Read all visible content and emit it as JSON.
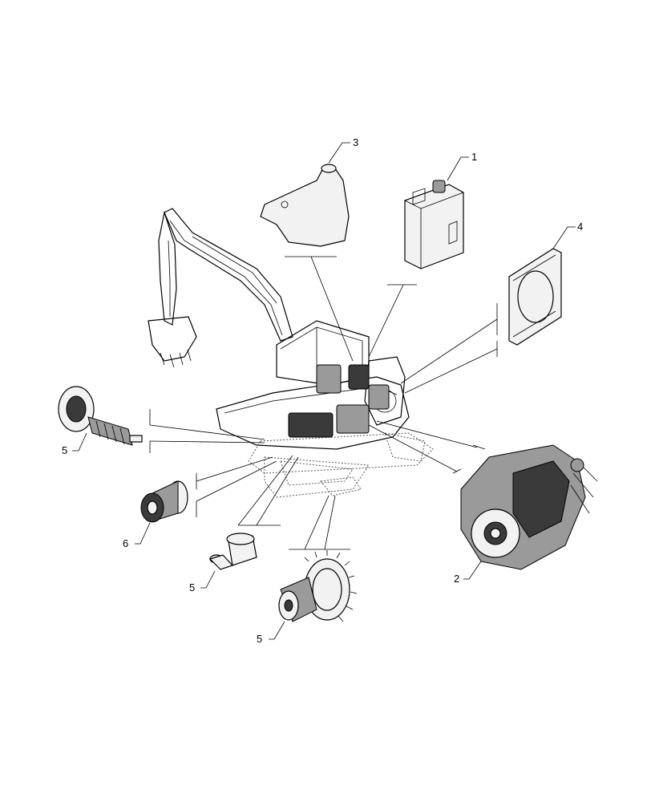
{
  "callouts": [
    {
      "id": "c1",
      "number": "1"
    },
    {
      "id": "c2",
      "number": "2"
    },
    {
      "id": "c3",
      "number": "3"
    },
    {
      "id": "c4",
      "number": "4"
    },
    {
      "id": "c5a",
      "number": "5"
    },
    {
      "id": "c5b",
      "number": "5"
    },
    {
      "id": "c5c",
      "number": "5"
    },
    {
      "id": "c6",
      "number": "6"
    }
  ]
}
